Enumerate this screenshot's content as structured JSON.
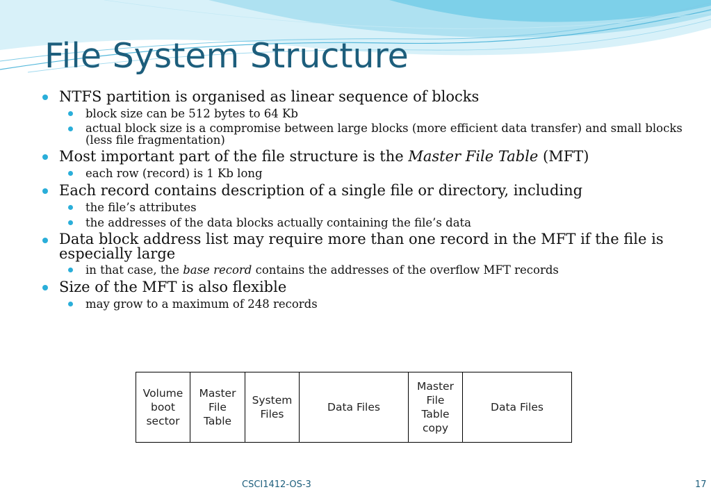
{
  "slide": {
    "title": "File System Structure"
  },
  "bullets": [
    {
      "text": "NTFS partition is organised as linear sequence of blocks",
      "sub": [
        {
          "text": "block size can be 512 bytes to 64 Kb"
        },
        {
          "text": "actual block size is a compromise between large blocks (more efficient data transfer) and small blocks (less file fragmentation)"
        }
      ]
    },
    {
      "text_before": "Most important part of the file structure is the ",
      "text_em": "Master File Table",
      "text_after": " (MFT)",
      "sub": [
        {
          "text": "each row (record) is 1 Kb long"
        }
      ]
    },
    {
      "text": "Each record contains description of a single file or directory, including",
      "sub": [
        {
          "text": "the file’s attributes"
        },
        {
          "text": "the addresses of the data blocks actually containing the file’s data"
        }
      ]
    },
    {
      "text": "Data block address list may require more than one record in the MFT if the file is especially large",
      "sub": [
        {
          "text_before": "in that case, the ",
          "text_em": "base record",
          "text_after": " contains the addresses of the overflow MFT records"
        }
      ]
    },
    {
      "text": "Size of the MFT is also flexible",
      "sub": [
        {
          "text": "may grow to a maximum of 248 records"
        }
      ]
    }
  ],
  "partition_layout": {
    "cells": [
      {
        "lines": [
          "Volume",
          "boot",
          "sector"
        ]
      },
      {
        "lines": [
          "Master",
          "File",
          "Table"
        ]
      },
      {
        "lines": [
          "System",
          "Files"
        ]
      },
      {
        "lines": [
          "Data Files"
        ]
      },
      {
        "lines": [
          "Master",
          "File",
          "Table",
          "copy"
        ]
      },
      {
        "lines": [
          "Data Files"
        ]
      }
    ]
  },
  "footer": {
    "course": "CSCI1412-OS-3",
    "page_number": "17"
  },
  "colors": {
    "title": "#1d5e7c",
    "bullet": "#2aaed9",
    "wave_light": "#cfeef8",
    "wave_dark": "#5cc4e4"
  }
}
